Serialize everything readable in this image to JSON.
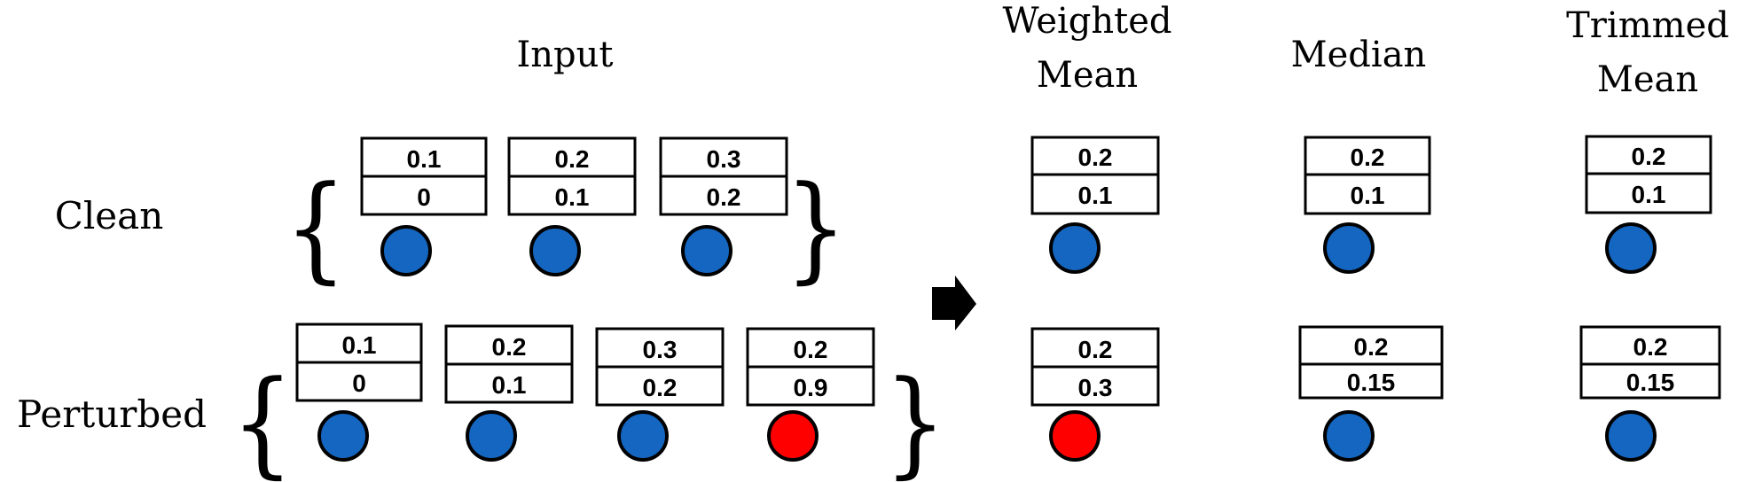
{
  "headers": {
    "input": "Input",
    "weighted_mean": [
      "Weighted",
      "Mean"
    ],
    "median": "Median",
    "trimmed_mean": [
      "Trimmed",
      "Mean"
    ]
  },
  "rows": {
    "clean": {
      "label": "Clean",
      "inputs": [
        {
          "top": "0.1",
          "bottom": "0",
          "color": "blue"
        },
        {
          "top": "0.2",
          "bottom": "0.1",
          "color": "blue"
        },
        {
          "top": "0.3",
          "bottom": "0.2",
          "color": "blue"
        }
      ],
      "outputs": [
        {
          "name": "weighted-mean",
          "top": "0.2",
          "bottom": "0.1",
          "color": "blue"
        },
        {
          "name": "median",
          "top": "0.2",
          "bottom": "0.1",
          "color": "blue"
        },
        {
          "name": "trimmed-mean",
          "top": "0.2",
          "bottom": "0.1",
          "color": "blue"
        }
      ]
    },
    "perturbed": {
      "label": "Perturbed",
      "inputs": [
        {
          "top": "0.1",
          "bottom": "0",
          "color": "blue"
        },
        {
          "top": "0.2",
          "bottom": "0.1",
          "color": "blue"
        },
        {
          "top": "0.3",
          "bottom": "0.2",
          "color": "blue"
        },
        {
          "top": "0.2",
          "bottom": "0.9",
          "color": "red"
        }
      ],
      "outputs": [
        {
          "name": "weighted-mean",
          "top": "0.2",
          "bottom": "0.3",
          "color": "red"
        },
        {
          "name": "median",
          "top": "0.2",
          "bottom": "0.15",
          "color": "blue"
        },
        {
          "name": "trimmed-mean",
          "top": "0.2",
          "bottom": "0.15",
          "color": "blue"
        }
      ]
    }
  },
  "colors": {
    "blue": "#1466c0",
    "red": "#ff0000"
  },
  "braces": {
    "open": "{",
    "close": "}"
  }
}
